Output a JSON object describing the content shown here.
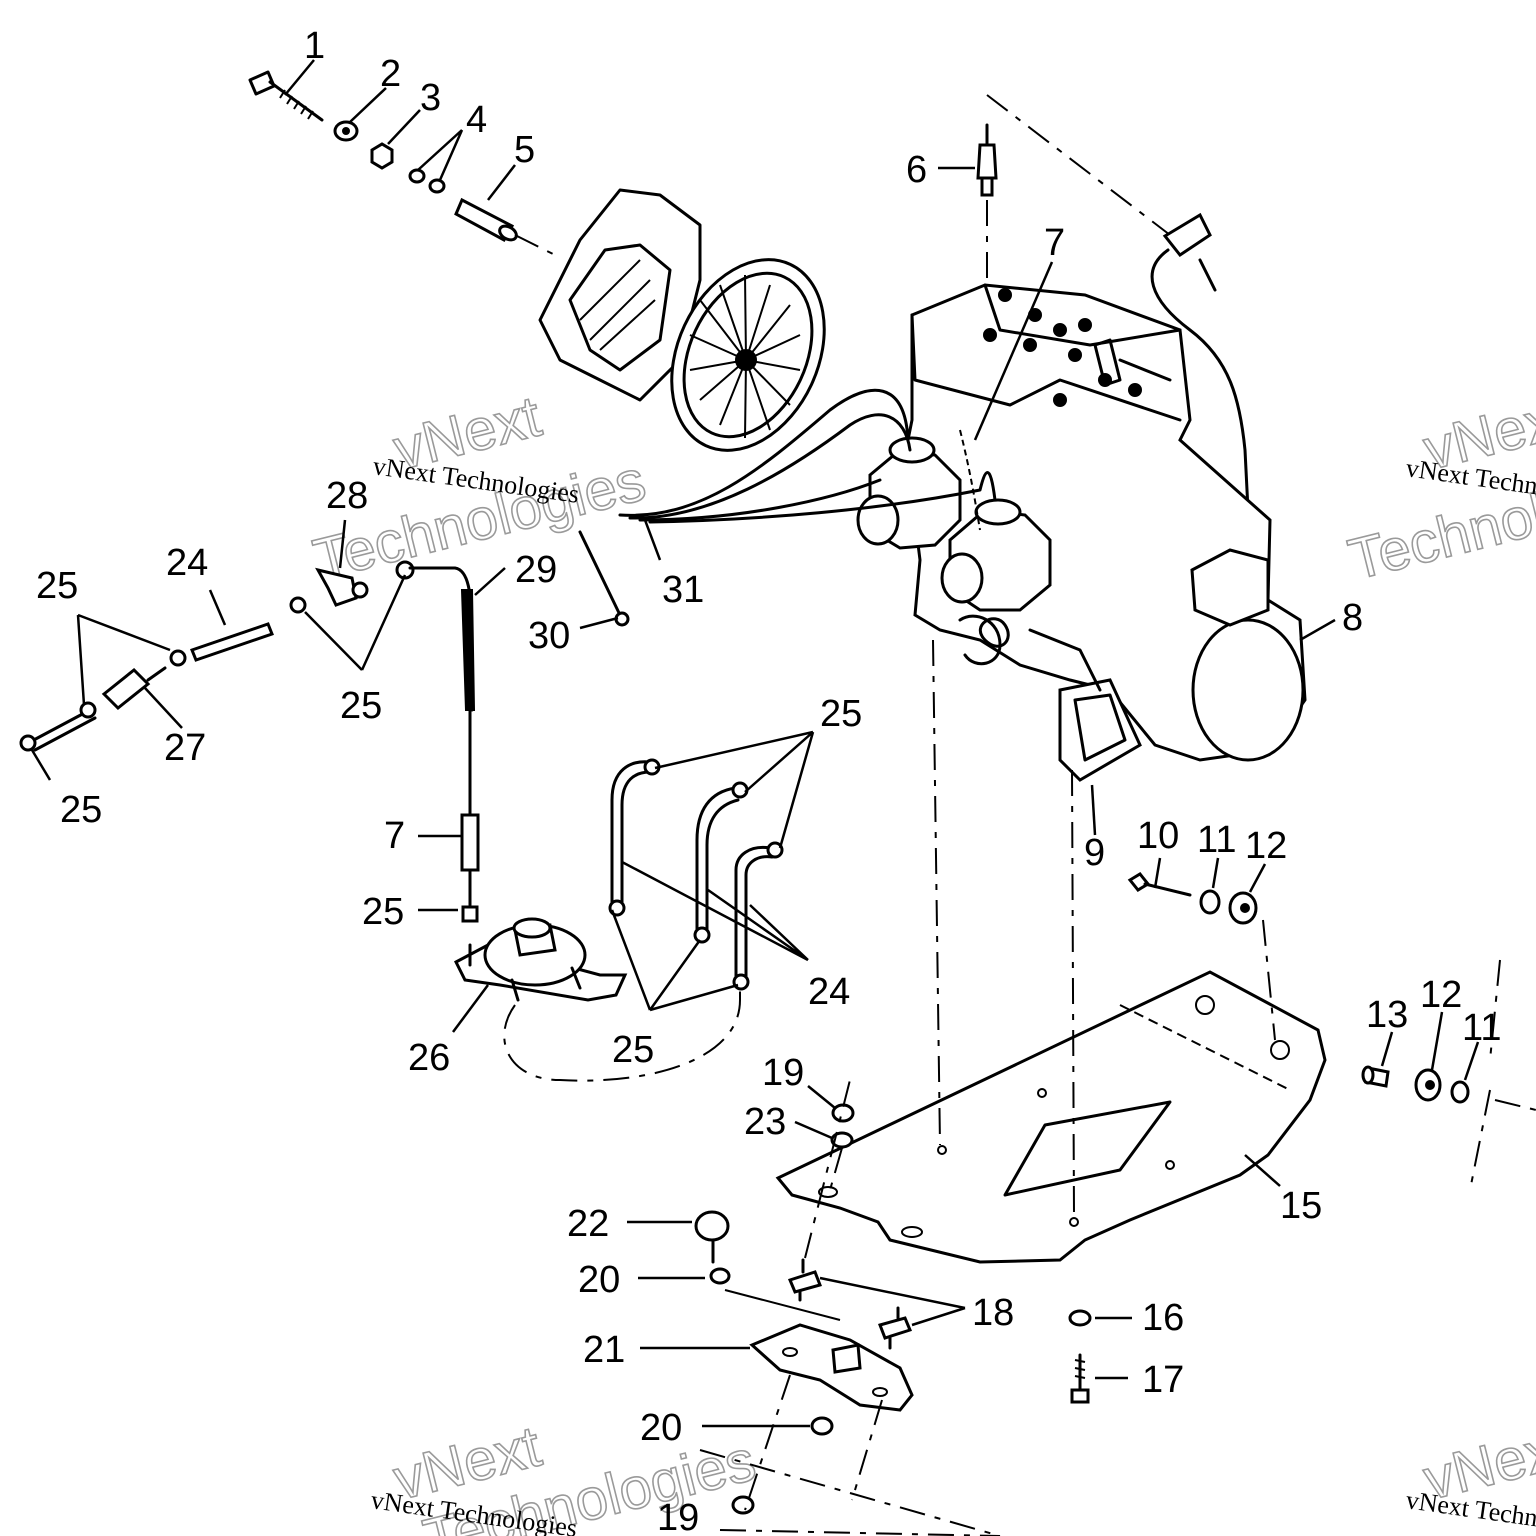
{
  "watermark": {
    "brand_top": "vNext",
    "brand_bottom": "Technologies",
    "line": "vNext Technologies"
  },
  "callouts": [
    {
      "id": "c1",
      "text": "1"
    },
    {
      "id": "c2",
      "text": "2"
    },
    {
      "id": "c3",
      "text": "3"
    },
    {
      "id": "c4",
      "text": "4"
    },
    {
      "id": "c5",
      "text": "5"
    },
    {
      "id": "c6",
      "text": "6"
    },
    {
      "id": "c7a",
      "text": "7"
    },
    {
      "id": "c8",
      "text": "8"
    },
    {
      "id": "c9",
      "text": "9"
    },
    {
      "id": "c10",
      "text": "10"
    },
    {
      "id": "c11a",
      "text": "11"
    },
    {
      "id": "c12a",
      "text": "12"
    },
    {
      "id": "c13",
      "text": "13"
    },
    {
      "id": "c12b",
      "text": "12"
    },
    {
      "id": "c11b",
      "text": "11"
    },
    {
      "id": "c15",
      "text": "15"
    },
    {
      "id": "c16",
      "text": "16"
    },
    {
      "id": "c17",
      "text": "17"
    },
    {
      "id": "c18",
      "text": "18"
    },
    {
      "id": "c19a",
      "text": "19"
    },
    {
      "id": "c23",
      "text": "23"
    },
    {
      "id": "c22",
      "text": "22"
    },
    {
      "id": "c20a",
      "text": "20"
    },
    {
      "id": "c21",
      "text": "21"
    },
    {
      "id": "c20b",
      "text": "20"
    },
    {
      "id": "c19b",
      "text": "19"
    },
    {
      "id": "c24a",
      "text": "24"
    },
    {
      "id": "c25a",
      "text": "25"
    },
    {
      "id": "c25b",
      "text": "25"
    },
    {
      "id": "c27",
      "text": "27"
    },
    {
      "id": "c25c",
      "text": "25"
    },
    {
      "id": "c28",
      "text": "28"
    },
    {
      "id": "c29",
      "text": "29"
    },
    {
      "id": "c30",
      "text": "30"
    },
    {
      "id": "c31",
      "text": "31"
    },
    {
      "id": "c7b",
      "text": "7"
    },
    {
      "id": "c25d",
      "text": "25"
    },
    {
      "id": "c26",
      "text": "26"
    },
    {
      "id": "c25e",
      "text": "25"
    },
    {
      "id": "c25f",
      "text": "25"
    },
    {
      "id": "c24b",
      "text": "24"
    }
  ]
}
